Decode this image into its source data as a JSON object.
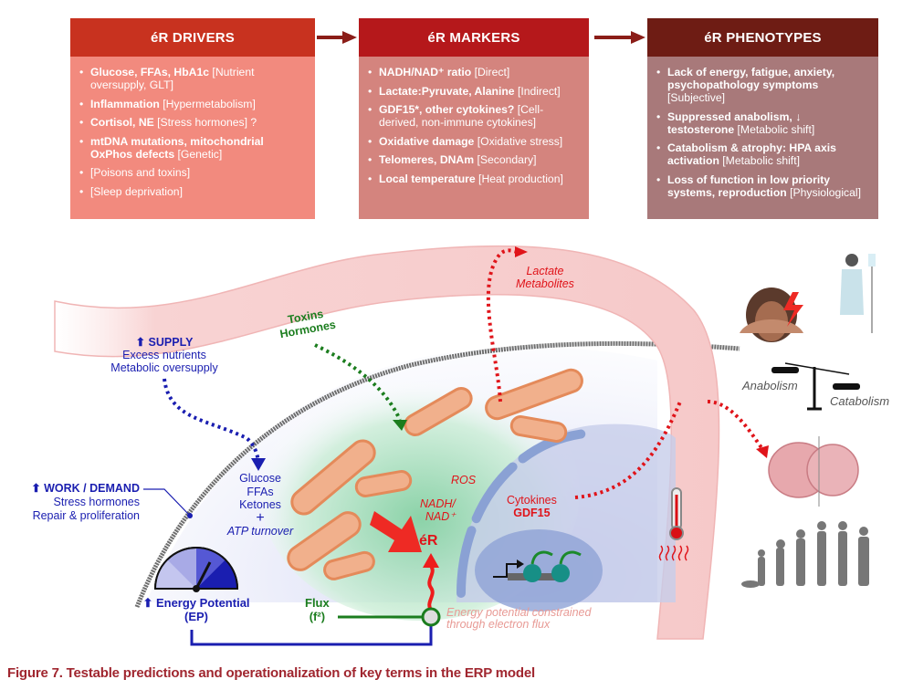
{
  "boxes": {
    "drivers": {
      "title": "éR DRIVERS",
      "items": [
        {
          "bold": "Glucose, FFAs, HbA1c",
          "note": " [Nutrient oversupply, GLT]"
        },
        {
          "bold": "Inflammation",
          "note": " [Hypermetabolism]"
        },
        {
          "bold": "Cortisol, NE",
          "note": " [Stress hormones] ?"
        },
        {
          "bold": "mtDNA mutations, mitochondrial OxPhos defects",
          "note": " [Genetic]"
        },
        {
          "bold": "",
          "note": "[Poisons and toxins]"
        },
        {
          "bold": "",
          "note": "[Sleep deprivation]"
        }
      ]
    },
    "markers": {
      "title": "éR MARKERS",
      "items": [
        {
          "bold": "NADH/NAD⁺ ratio",
          "note": " [Direct]"
        },
        {
          "bold": "Lactate:Pyruvate, Alanine",
          "note": " [Indirect]"
        },
        {
          "bold": "GDF15*, other cytokines?",
          "note": " [Cell-derived, non-immune cytokines]"
        },
        {
          "bold": "Oxidative damage",
          "note": " [Oxidative stress]"
        },
        {
          "bold": "Telomeres, DNAm",
          "note": " [Secondary]"
        },
        {
          "bold": "Local temperature",
          "note": " [Heat production]"
        }
      ]
    },
    "phenotypes": {
      "title": "éR PHENOTYPES",
      "items": [
        {
          "bold": "Lack of energy, fatigue, anxiety, psychopathology symptoms",
          "note": " [Subjective]"
        },
        {
          "bold": "Suppressed anabolism, ↓ testosterone",
          "note": " [Metabolic shift]"
        },
        {
          "bold": "Catabolism & atrophy: HPA axis activation",
          "note": " [Metabolic shift]"
        },
        {
          "bold": "Loss of function in low priority systems, reproduction",
          "note": " [Physiological]"
        }
      ]
    }
  },
  "diagram": {
    "supply": {
      "title": "⬆ SUPPLY",
      "line1": "Excess nutrients",
      "line2": "Metabolic oversupply"
    },
    "demand": {
      "title": "⬆ WORK / DEMAND",
      "line1": "Stress hormones",
      "line2": "Repair & proliferation"
    },
    "substrates": {
      "line1": "Glucose",
      "line2": "FFAs",
      "line3": "Ketones",
      "plus": "+",
      "atp": "ATP turnover"
    },
    "toxins": {
      "line1": "Toxins",
      "line2": "Hormones"
    },
    "lactate": {
      "line1": "Lactate",
      "line2": "Metabolites"
    },
    "ros": "ROS",
    "nadh": {
      "line1": "NADH/",
      "line2": "NAD⁺"
    },
    "er": "éR",
    "cytokines": {
      "line1": "Cytokines",
      "line2": "GDF15"
    },
    "energy_potential": {
      "line1": "⬆ Energy Potential",
      "line2": "(EP)"
    },
    "flux": {
      "line1": "Flux",
      "line2": "(f²)"
    },
    "constraint": {
      "line1": "Energy potential constrained",
      "line2": "through electron flux"
    },
    "anabolism": "Anabolism",
    "catabolism": "Catabolism"
  },
  "icons": [
    "stressed-person-icon",
    "hospital-patient-icon",
    "balance-scale-icon",
    "brain-atrophy-icon",
    "thermometer-icon",
    "aging-silhouettes-icon",
    "mitochondria-icon",
    "nucleus-icon",
    "gauge-icon"
  ],
  "caption": "Figure 7.  Testable predictions and operationalization of key terms in the ERP model",
  "colors": {
    "drivers_header": "#c8321f",
    "markers_header": "#b5181b",
    "phenotypes_header": "#6e1c14",
    "supply_blue": "#1a1eb0",
    "flux_green": "#1b7d1e",
    "er_red": "#e0141a",
    "caption": "#a0262f"
  }
}
